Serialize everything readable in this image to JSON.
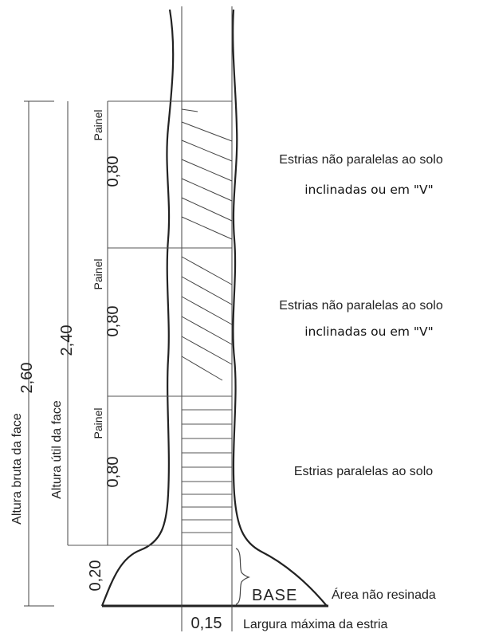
{
  "diagram": {
    "dimensions": {
      "total_height": "2,60",
      "useful_height": "2,40",
      "panel_height": "0,80",
      "base_height": "0,20",
      "stria_width": "0,15"
    },
    "vertical_labels": {
      "gross_height": "Altura bruta da face",
      "useful_height": "Altura útil da face",
      "panel": "Painel"
    },
    "notes": {
      "panel_top_line1": "Estrias não paralelas ao solo",
      "panel_top_line2": "inclinadas ou em \"V\"",
      "panel_mid_line1": "Estrias não paralelas ao solo",
      "panel_mid_line2": "inclinadas ou em \"V\"",
      "panel_bottom": "Estrias paralelas ao solo",
      "base_label": "BASE",
      "non_resin_area": "Área não resinada",
      "max_width": "Largura máxima da estria"
    },
    "colors": {
      "ink": "#222222",
      "background": "#ffffff"
    }
  }
}
